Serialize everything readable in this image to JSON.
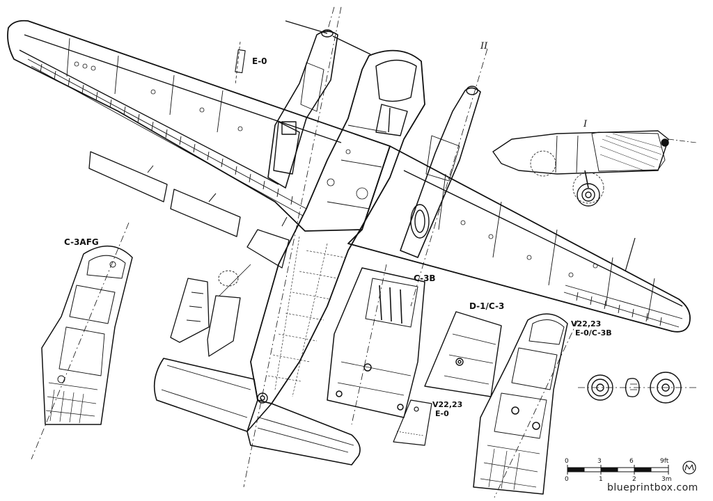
{
  "labels": {
    "e0_top": "E-0",
    "section_roman": "II",
    "section_i": "I",
    "c3afg": "C-3AFG",
    "c3b": "C-3B",
    "d1c3": "D-1/C-3",
    "v2223_right_a": "V22,23",
    "v2223_right_b": "E-0/C-3B",
    "v2223_bottom_a": "V22,23",
    "v2223_bottom_b": "E-0"
  },
  "scale": {
    "ft": [
      "0",
      "3",
      "6",
      "9ft"
    ],
    "m": [
      "0",
      "1",
      "2",
      "3m"
    ]
  },
  "watermark": "blueprintbox.com",
  "colors": {
    "line": "#111111",
    "background": "#ffffff"
  }
}
